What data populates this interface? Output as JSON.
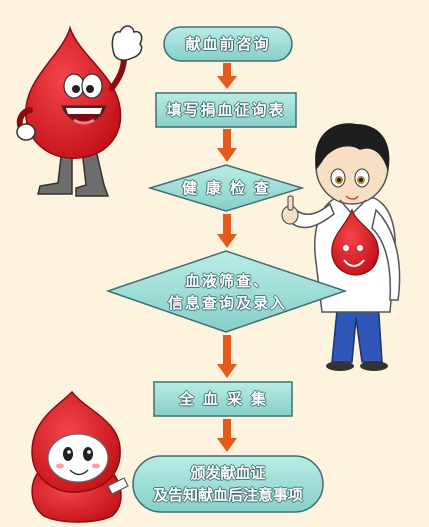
{
  "flowchart": {
    "steps": [
      {
        "label": "献血前咨询"
      },
      {
        "label": "填写捐血征询表"
      },
      {
        "label": "健康检查"
      },
      {
        "label": "血液筛查、\n信息查询及录入"
      },
      {
        "label": "全血采集"
      },
      {
        "label": "颁发献血证\n及告知献血后注意事项"
      }
    ]
  },
  "colors": {
    "background": "#fdf3de",
    "shape_fill": "#98d8d2",
    "shape_stroke": "#3f6f72",
    "arrow": "#e35a1c",
    "blood_red": "#d9151b"
  }
}
